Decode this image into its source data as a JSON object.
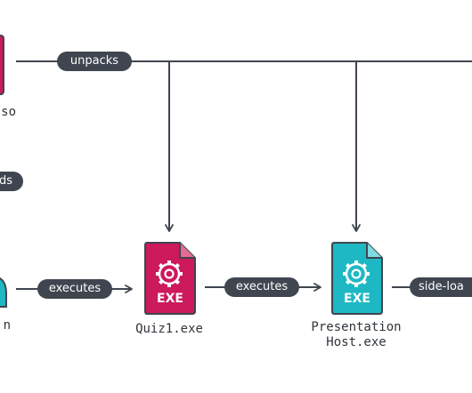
{
  "edges": {
    "unpacks": "unpacks",
    "loads_partial": "ds",
    "executes_1": "executes",
    "executes_2": "executes",
    "side_loads_partial": "side-loa"
  },
  "nodes": {
    "iso_partial": "so",
    "left_partial": "n",
    "quiz": {
      "label": "Quiz1.exe",
      "badge": "EXE",
      "icon": "gear-icon"
    },
    "presentation_host": {
      "label": "Presentation\nHost.exe",
      "badge": "EXE",
      "icon": "gear-icon"
    }
  },
  "colors": {
    "line": "#3f4650",
    "pill": "#3f4650",
    "quiz_file": "#cc1a5c",
    "host_file": "#1eb8c4",
    "left_file": "#1eb8c4",
    "iso_file": "#cc1a5c"
  }
}
